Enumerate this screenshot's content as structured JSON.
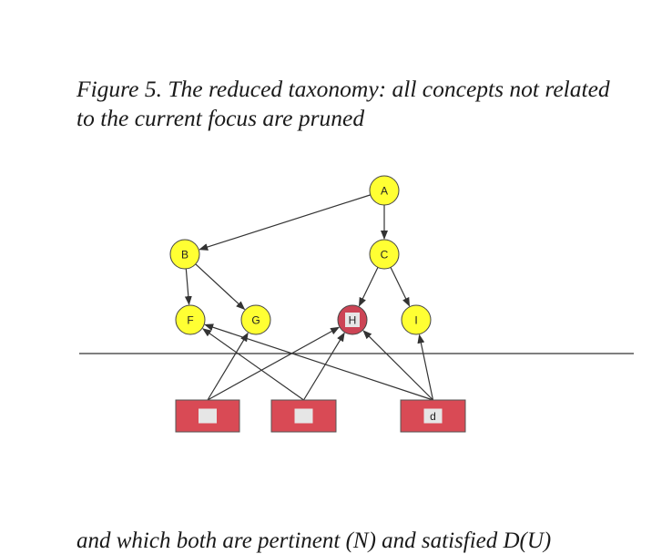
{
  "caption": {
    "line1": "Figure 5. The reduced taxonomy: all concepts not related",
    "line2": "to the current focus are pruned"
  },
  "diagram": {
    "nodes": [
      {
        "id": "A",
        "label": "A",
        "kind": "concept"
      },
      {
        "id": "B",
        "label": "B",
        "kind": "concept"
      },
      {
        "id": "C",
        "label": "C",
        "kind": "concept"
      },
      {
        "id": "F",
        "label": "F",
        "kind": "concept"
      },
      {
        "id": "G",
        "label": "G",
        "kind": "concept"
      },
      {
        "id": "H",
        "label": "H",
        "kind": "focus"
      },
      {
        "id": "I",
        "label": "I",
        "kind": "concept"
      }
    ],
    "documents": [
      {
        "id": "d1",
        "label": ""
      },
      {
        "id": "d2",
        "label": ""
      },
      {
        "id": "d3",
        "label": "d"
      }
    ],
    "edges": [
      [
        "A",
        "B"
      ],
      [
        "A",
        "C"
      ],
      [
        "B",
        "F"
      ],
      [
        "B",
        "G"
      ],
      [
        "C",
        "H"
      ],
      [
        "C",
        "I"
      ],
      [
        "d1",
        "G"
      ],
      [
        "d1",
        "H"
      ],
      [
        "d2",
        "F"
      ],
      [
        "d2",
        "H"
      ],
      [
        "d3",
        "F"
      ],
      [
        "d3",
        "H"
      ],
      [
        "d3",
        "I"
      ]
    ],
    "colors": {
      "concept_fill": "#ffff33",
      "focus_fill": "#cc4455",
      "document_fill": "#d94a55",
      "label_box_fill": "#e6e6e6",
      "line": "#333333"
    }
  },
  "bottom_text": "and which both are pertinent (N) and satisfied D(U)"
}
